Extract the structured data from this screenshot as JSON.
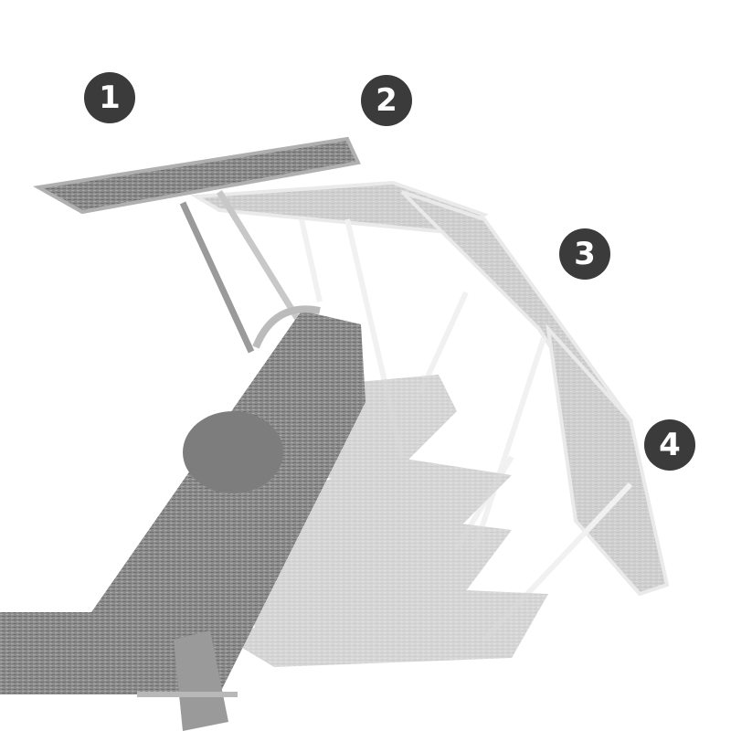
{
  "positions": [
    {
      "label": "1"
    },
    {
      "label": "2"
    },
    {
      "label": "3"
    },
    {
      "label": "4"
    }
  ],
  "colors": {
    "badge": "#3b3b3b",
    "fabric": "#8a8a8a",
    "frame": "#bdbdbd"
  }
}
